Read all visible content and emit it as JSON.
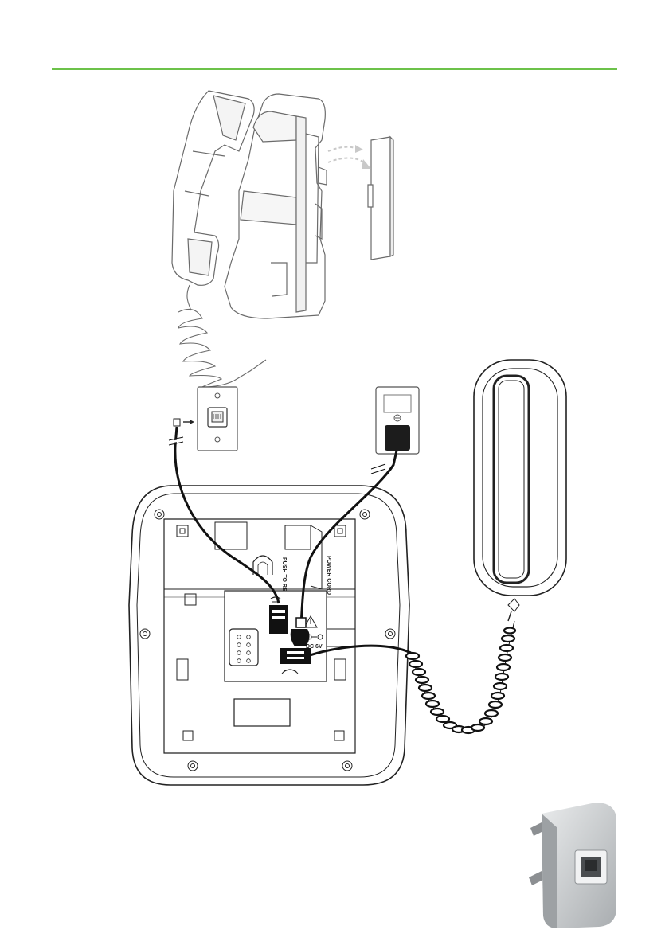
{
  "colors": {
    "accent_rule": "#6cc24a",
    "line": "#1a1a1a",
    "light_line": "#9a9a9a",
    "arrow_gray": "#c9c9c9",
    "adapter_gray": "#cfd2d3"
  },
  "base_unit": {
    "labels": {
      "power_cord": "POWER  CORD",
      "dc_input": "DC 6V",
      "push_to_release": "PUSH TO RELEASE"
    }
  },
  "icons": {
    "warning": "warning-triangle-icon",
    "handset_port": "handset-icon",
    "line_port": "phone-icon"
  }
}
